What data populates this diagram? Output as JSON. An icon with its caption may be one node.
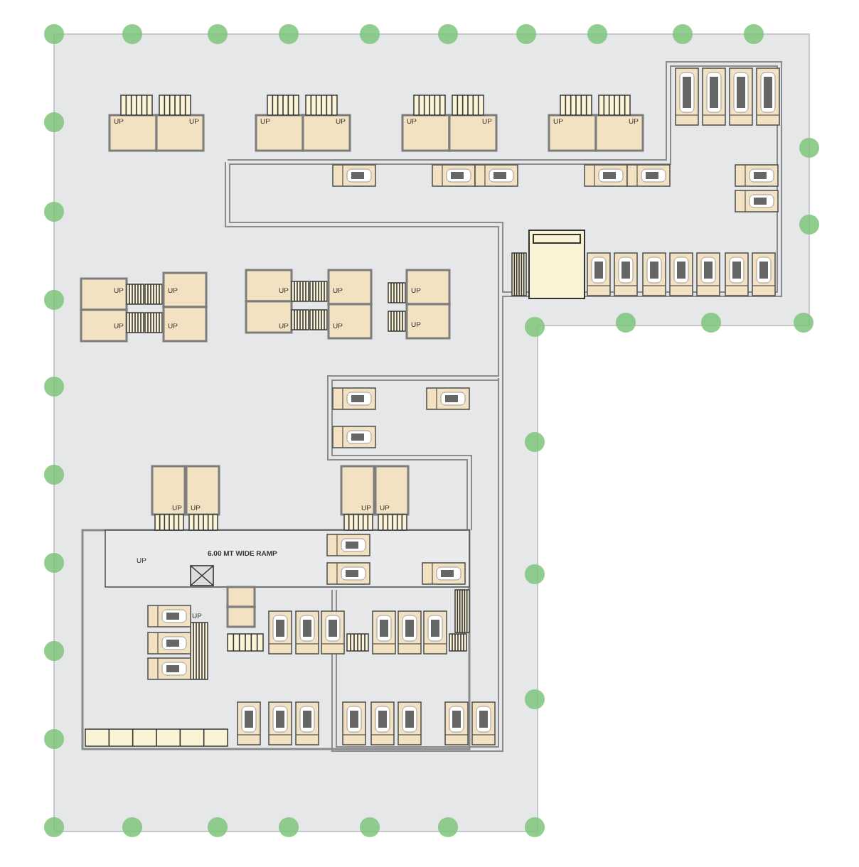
{
  "diagram": {
    "labels": [
      "UP",
      "UP",
      "UP",
      "UP",
      "UP",
      "UP",
      "UP",
      "UP",
      "UP",
      "UP",
      "UP",
      "UP",
      "UP",
      "UP",
      "UP",
      "UP",
      "UP",
      "UP",
      "UP",
      "UP",
      "UP",
      "UP",
      "6.00 MT WIDE RAMP",
      "UP",
      "UP"
    ]
  }
}
